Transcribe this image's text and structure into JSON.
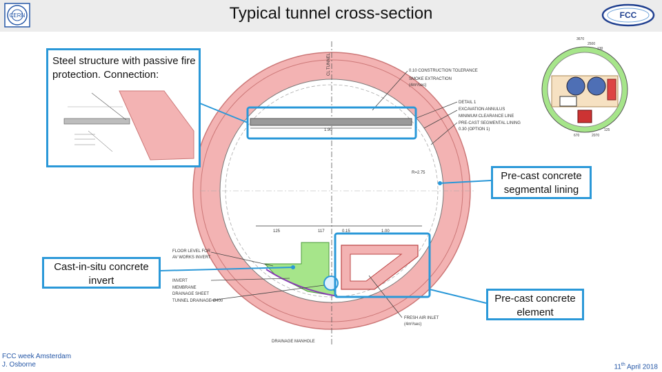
{
  "slide": {
    "title": "Typical tunnel cross-section"
  },
  "logos": {
    "left": "CERN",
    "right": "FCC"
  },
  "callouts": {
    "steel_structure": "Steel structure with passive fire protection. Connection:",
    "segmental_lining": "Pre-cast concrete segmental lining",
    "invert": "Cast-in-situ concrete invert",
    "precast_element": "Pre-cast concrete element"
  },
  "drawing_labels": {
    "clearance_line": "CL TUNNEL",
    "construction_tolerance": "0.10 CONSTRUCTION TOLERANCE",
    "smoke_extraction": "SMOKE EXTRACTION",
    "smoke_extraction_note": "(4m³/sec)",
    "detail_1": "DETAIL 1",
    "excavation_annulus": "EXCAVATION ANNULUS",
    "clearance_line_label": "MINIMUM CLEARANCE LINE",
    "segmental_lining_label": "PRE-CAST SEGMENTAL LINING",
    "segmental_lining_note": "0.30 (OPTION 1)",
    "radius": "R=2.75",
    "floor_level": "FLOOR LEVEL FOR",
    "floor_level_2": "AV WORKS INVERT",
    "invert": "INVERT",
    "membrane": "MEMBRANE",
    "drainage_sheet": "DRAINAGE SHEET",
    "tunnel_drainage": "TUNNEL DRAINAGE Ø400",
    "fresh_air_inlet": "FRESH AIR INLET",
    "fresh_air_note": "(4m³/sec)",
    "drainage_manhole": "DRAINAGE MANHOLE",
    "dim_125": "125",
    "dim_117": "117",
    "dim_015": "0.15",
    "dim_100": "1.00",
    "dim_190": "1.90",
    "inset_dim_top": "3670",
    "inset_dim_2": "2500",
    "inset_dim_3": "130",
    "inset_dim_4": "2070",
    "inset_dim_5": "670",
    "inset_dim_6": "125"
  },
  "footer": {
    "event": "FCC week Amsterdam",
    "author": "J. Osborne",
    "date_day": "11",
    "date_suffix": "th",
    "date_rest": " April 2018"
  },
  "colors": {
    "lining": "#f3b3b3",
    "lining_stroke": "#cc7777",
    "invert": "#a6e58a",
    "accent": "#2a98d8",
    "footer_text": "#2456a6"
  }
}
